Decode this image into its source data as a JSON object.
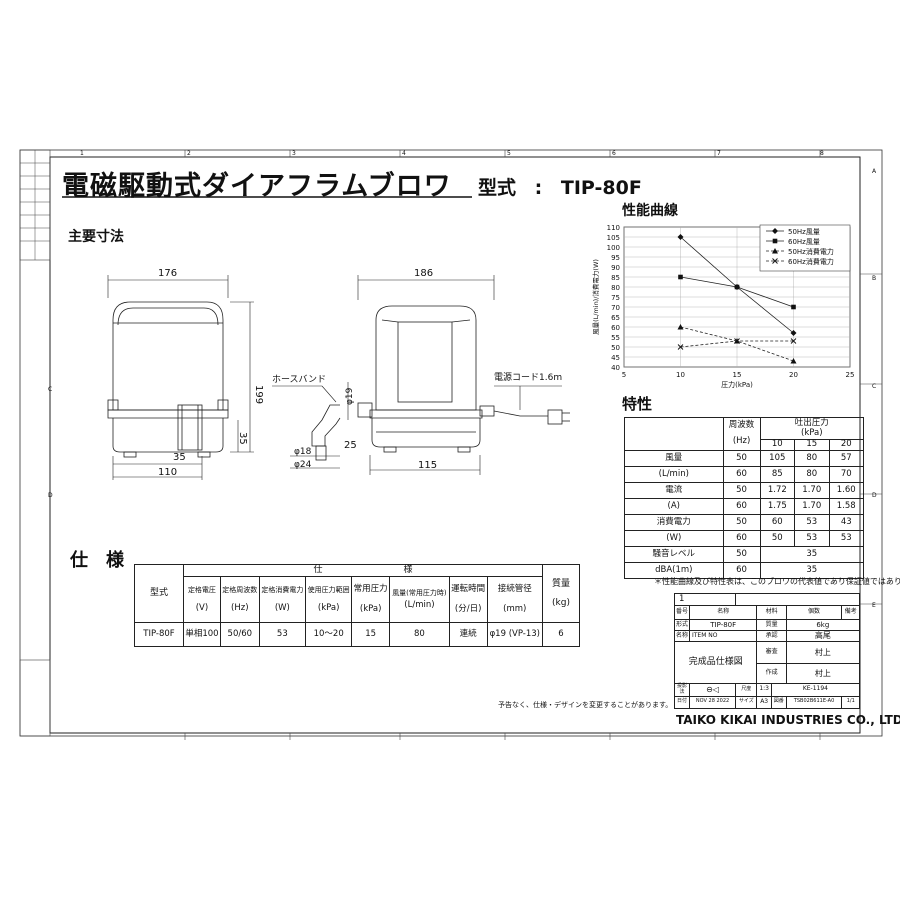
{
  "header": {
    "title": "電磁駆動式ダイアフラムブロワ",
    "model_label": "型式",
    "model_sep": ":",
    "model_value": "TIP-80F"
  },
  "sections": {
    "dimensions": "主要寸法",
    "curve": "性能曲線",
    "characteristics": "特性",
    "spec": "仕　様"
  },
  "drawing_labels": {
    "w176": "176",
    "w186": "186",
    "h199": "199",
    "d35a": "35",
    "d35b": "35",
    "d110": "110",
    "d115": "115",
    "d25": "25",
    "phi19": "φ19",
    "phi18": "φ18",
    "phi24": "φ24",
    "hose_band": "ホースバンド",
    "power_cord": "電源コード1.6m"
  },
  "grid_marks": {
    "top": [
      "1",
      "2",
      "3",
      "4",
      "5",
      "6",
      "7",
      "8"
    ],
    "right": [
      "A",
      "B",
      "C",
      "D",
      "E"
    ],
    "left": [
      "C",
      "D"
    ]
  },
  "chart_data": {
    "type": "line",
    "xlabel": "圧力(kPa)",
    "ylabel": "風量(L/min)/消費電力(W)",
    "xlim": [
      5,
      25
    ],
    "ylim": [
      40,
      110
    ],
    "xticks": [
      5,
      10,
      15,
      20,
      25
    ],
    "yticks": [
      40,
      45,
      50,
      55,
      60,
      65,
      70,
      75,
      80,
      85,
      90,
      95,
      100,
      105,
      110
    ],
    "grid": true,
    "legend": "top-right",
    "series": [
      {
        "name": "50Hz風量",
        "x": [
          10,
          15,
          20
        ],
        "y": [
          105,
          80,
          57
        ],
        "marker": "diamond",
        "dash": false
      },
      {
        "name": "60Hz風量",
        "x": [
          10,
          15,
          20
        ],
        "y": [
          85,
          80,
          70
        ],
        "marker": "square",
        "dash": false
      },
      {
        "name": "50Hz消費電力",
        "x": [
          10,
          15,
          20
        ],
        "y": [
          60,
          53,
          43
        ],
        "marker": "triangle",
        "dash": true
      },
      {
        "name": "60Hz消費電力",
        "x": [
          10,
          15,
          20
        ],
        "y": [
          50,
          53,
          53
        ],
        "marker": "x",
        "dash": true
      }
    ]
  },
  "char_table": {
    "freq_label": "周波数",
    "freq_unit": "(Hz)",
    "pressure_label": "吐出圧力",
    "pressure_unit": "(kPa)",
    "pressures": [
      "10",
      "15",
      "20"
    ],
    "rows": [
      {
        "label": "風量",
        "unit": "(L/min)",
        "hz50": "50",
        "v50": [
          "105",
          "80",
          "57"
        ],
        "hz60": "60",
        "v60": [
          "85",
          "80",
          "70"
        ]
      },
      {
        "label": "電流",
        "unit": "(A)",
        "hz50": "50",
        "v50": [
          "1.72",
          "1.70",
          "1.60"
        ],
        "hz60": "60",
        "v60": [
          "1.75",
          "1.70",
          "1.58"
        ]
      },
      {
        "label": "消費電力",
        "unit": "(W)",
        "hz50": "50",
        "v50": [
          "60",
          "53",
          "43"
        ],
        "hz60": "60",
        "v60": [
          "50",
          "53",
          "53"
        ]
      },
      {
        "label": "騒音レベル",
        "unit": "dBA(1m)",
        "hz50": "50",
        "v50": [
          "",
          "35",
          ""
        ],
        "hz60": "60",
        "v60": [
          "",
          "35",
          ""
        ]
      }
    ],
    "note": "＊性能曲線及び特性表は、このブロワの代表値であり保証値ではありません。"
  },
  "spec_table": {
    "group_header": "仕　　　　　　　　　様",
    "model_header": "型式",
    "columns": [
      {
        "name": "定格電圧",
        "unit": "(V)",
        "value": "単相100"
      },
      {
        "name": "定格周波数",
        "unit": "(Hz)",
        "value": "50/60"
      },
      {
        "name": "定格消費電力",
        "unit": "(W)",
        "value": "53"
      },
      {
        "name": "使用圧力範囲",
        "unit": "(kPa)",
        "value": "10～20"
      },
      {
        "name": "常用圧力",
        "unit": "(kPa)",
        "value": "15"
      },
      {
        "name": "風量(常用圧力時)",
        "unit": "(L/min)",
        "value": "80"
      },
      {
        "name": "運転時間",
        "unit": "(分/日)",
        "value": "連続"
      },
      {
        "name": "接続管径",
        "unit": "(mm)",
        "value": "φ19 (VP-13)"
      }
    ],
    "mass_header": "質量",
    "mass_unit": "(kg)",
    "mass_value": "6",
    "model_value": "TIP-80F"
  },
  "title_block": {
    "num": "1",
    "col_no": "番号",
    "col_name": "名称",
    "col_material": "材料",
    "col_qty": "個数",
    "col_remarks": "備考",
    "type_label": "形式",
    "type_value": "TIP-80F",
    "mass_label": "質量",
    "mass_value": "6kg",
    "name_label": "名称",
    "item_no": "ITEM NO",
    "approved_label": "承認",
    "approved_by": "高尾",
    "doc_name": "完成品仕様図",
    "checked_label": "審査",
    "checked_by": "村上",
    "drawn_label": "作成",
    "drawn_by": "村上",
    "revision_label": "投影法",
    "scale_label": "尺度",
    "scale_value": "1:3",
    "size_label": "サイズ",
    "size_value": "A3",
    "date_label": "日付",
    "date_value": "NOV 28 2022",
    "drawing_label": "図番",
    "drawing_no": "TSB02B611E-A0",
    "code": "KE-1194",
    "sheet": "1/1",
    "company": "TAIKO KIKAI INDUSTRIES CO., LTD."
  },
  "footnote": "予告なく、仕様・デザインを変更することがあります。"
}
